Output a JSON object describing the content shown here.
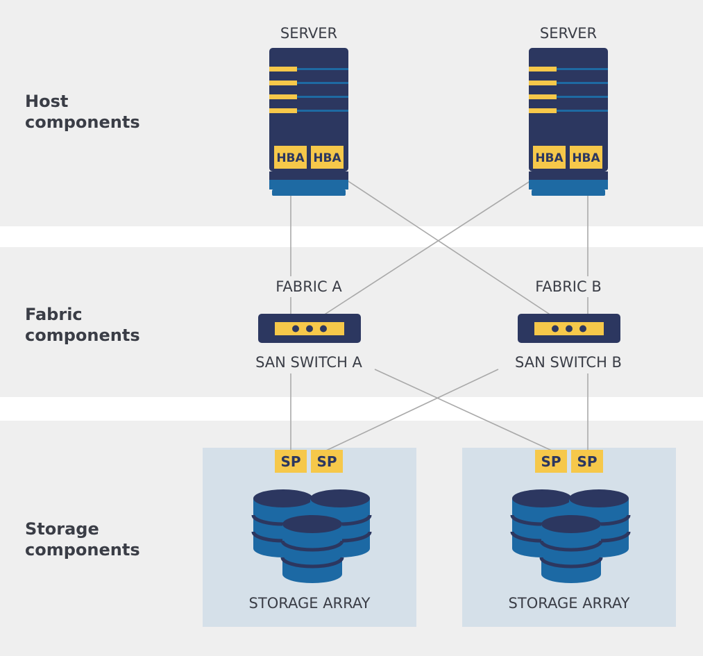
{
  "tiers": {
    "host": [
      "Host",
      "components"
    ],
    "fabric": [
      "Fabric",
      "components"
    ],
    "storage": [
      "Storage",
      "components"
    ]
  },
  "servers": [
    {
      "label": "SERVER",
      "hbas": [
        "HBA",
        "HBA"
      ]
    },
    {
      "label": "SERVER",
      "hbas": [
        "HBA",
        "HBA"
      ]
    }
  ],
  "fabrics": [
    {
      "name": "FABRIC A",
      "switch": "SAN SWITCH A"
    },
    {
      "name": "FABRIC B",
      "switch": "SAN SWITCH B"
    }
  ],
  "storage_arrays": [
    {
      "label": "STORAGE ARRAY",
      "ports": [
        "SP",
        "SP"
      ]
    },
    {
      "label": "STORAGE ARRAY",
      "ports": [
        "SP",
        "SP"
      ]
    }
  ],
  "colors": {
    "navy": "#2c3760",
    "accent_yellow": "#f6c84a",
    "server_base_blue": "#1e6aa3",
    "disk_blue": "#1c69a4",
    "band_gray": "#efefef",
    "storage_panel": "#d5e0e9",
    "connection_line": "#a9a9a9"
  }
}
